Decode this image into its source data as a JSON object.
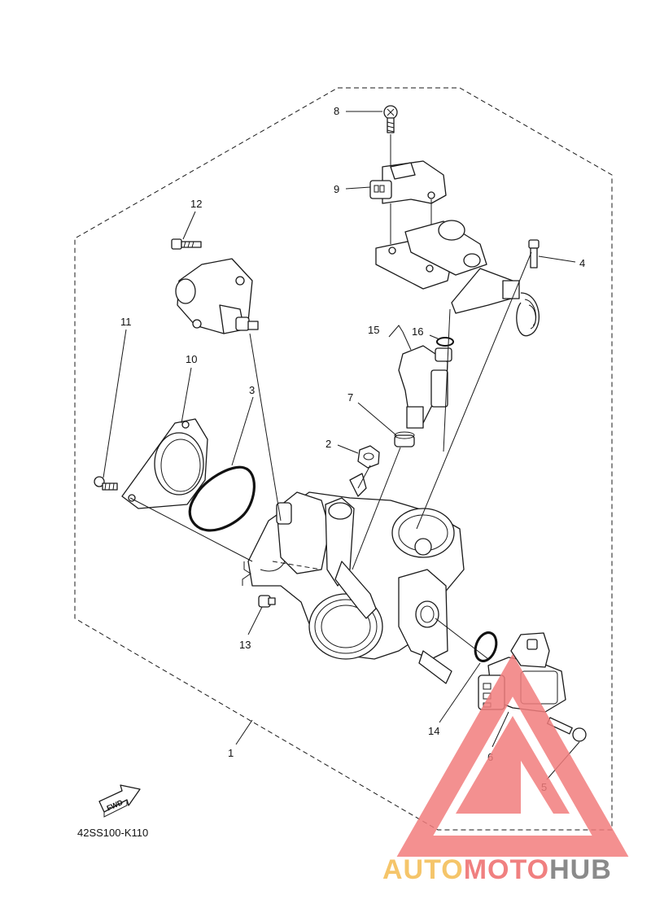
{
  "diagram_code": "42SS100-K110",
  "fwd_label": "FWD",
  "callouts": {
    "c1": "1",
    "c2": "2",
    "c3": "3",
    "c4": "4",
    "c5": "5",
    "c6": "6",
    "c7": "7",
    "c8": "8",
    "c9": "9",
    "c10": "10",
    "c11": "11",
    "c12": "12",
    "c13": "13",
    "c14": "14",
    "c15": "15",
    "c16": "16"
  },
  "watermark": {
    "part1": "AUTO",
    "part2": "MOTO",
    "part3": "HUB",
    "colors": {
      "part1": "#f5c56a",
      "part2": "#f08080",
      "part3": "#8a8a8a",
      "triangle": "#f27d7d"
    }
  }
}
